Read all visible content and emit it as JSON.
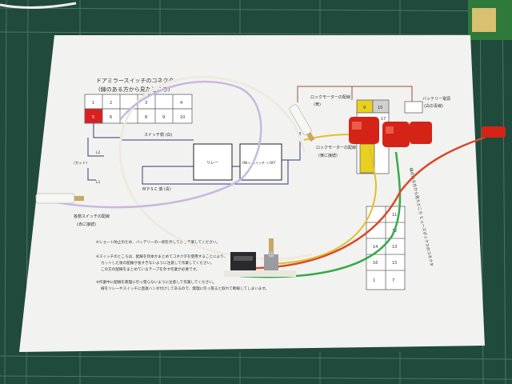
{
  "photo": {
    "subject": "wiring diagram printout with relay, toggle switch and wires",
    "colors": {
      "mat": "#1f4a3c",
      "grid": "#5f8a78",
      "paper": "#f2f2f0",
      "red_box": "#d92020",
      "yellow_box": "#e8d020",
      "red_connector": "#d42418"
    }
  },
  "diagram": {
    "title_line1": "ドアミラースイッチのコネクタ",
    "title_line2": "(線のある方から見たところ)",
    "left_grid_numbers": [
      "1",
      "2",
      "3",
      "4",
      "5",
      "6",
      "8",
      "9",
      "10"
    ],
    "switch_side_label": "スイッチ側 (白)",
    "cut_label": "(カット)",
    "label_l2": "L2",
    "label_l1": "L1",
    "relay_label": "リレー",
    "switch_box_label": "ON ← スイッチ → OFF",
    "mp_side_label": "M P S C 側 (青)",
    "door_switch_wiring": "各側スイッチの配線",
    "door_switch_wiring_sub": "(赤に接続)",
    "lock_motor_wiring_top": "ロックモーターの配線",
    "lock_motor_top_sub": "(黄)",
    "battery_label": "バッテリー電源",
    "battery_sub": "(白の青線)",
    "lock_motor_wiring_mid": "ロックモーターの配線",
    "lock_motor_mid_sub": "(黄に接続)",
    "right_grid_numbers": [
      "9",
      "10",
      "17",
      "11",
      "12",
      "13",
      "14",
      "15",
      "16",
      "1",
      "7"
    ],
    "vertical_note": "線のある方から見たところ ヒューズボックスのコネクタ",
    "note1": "※ショート防止のため、バッテリーの一側を外してから作業してください。",
    "note2": "※スイッチのところは、配線を何本かまとめてコネクタを使用することにより、",
    "note2b": "カットした後の配線が長すぎないように注意して作業してください。",
    "note2c": "この方の配線をまとめているテープを外す作業が必要です。",
    "note3": "※作業中に配線を無理に引っ張らないように注意して作業してください。",
    "note3b": "線をリレーやスイッチに直接ハンダ付けしてあるので、無理に引っ張ると取れて断線してしまいます。"
  }
}
